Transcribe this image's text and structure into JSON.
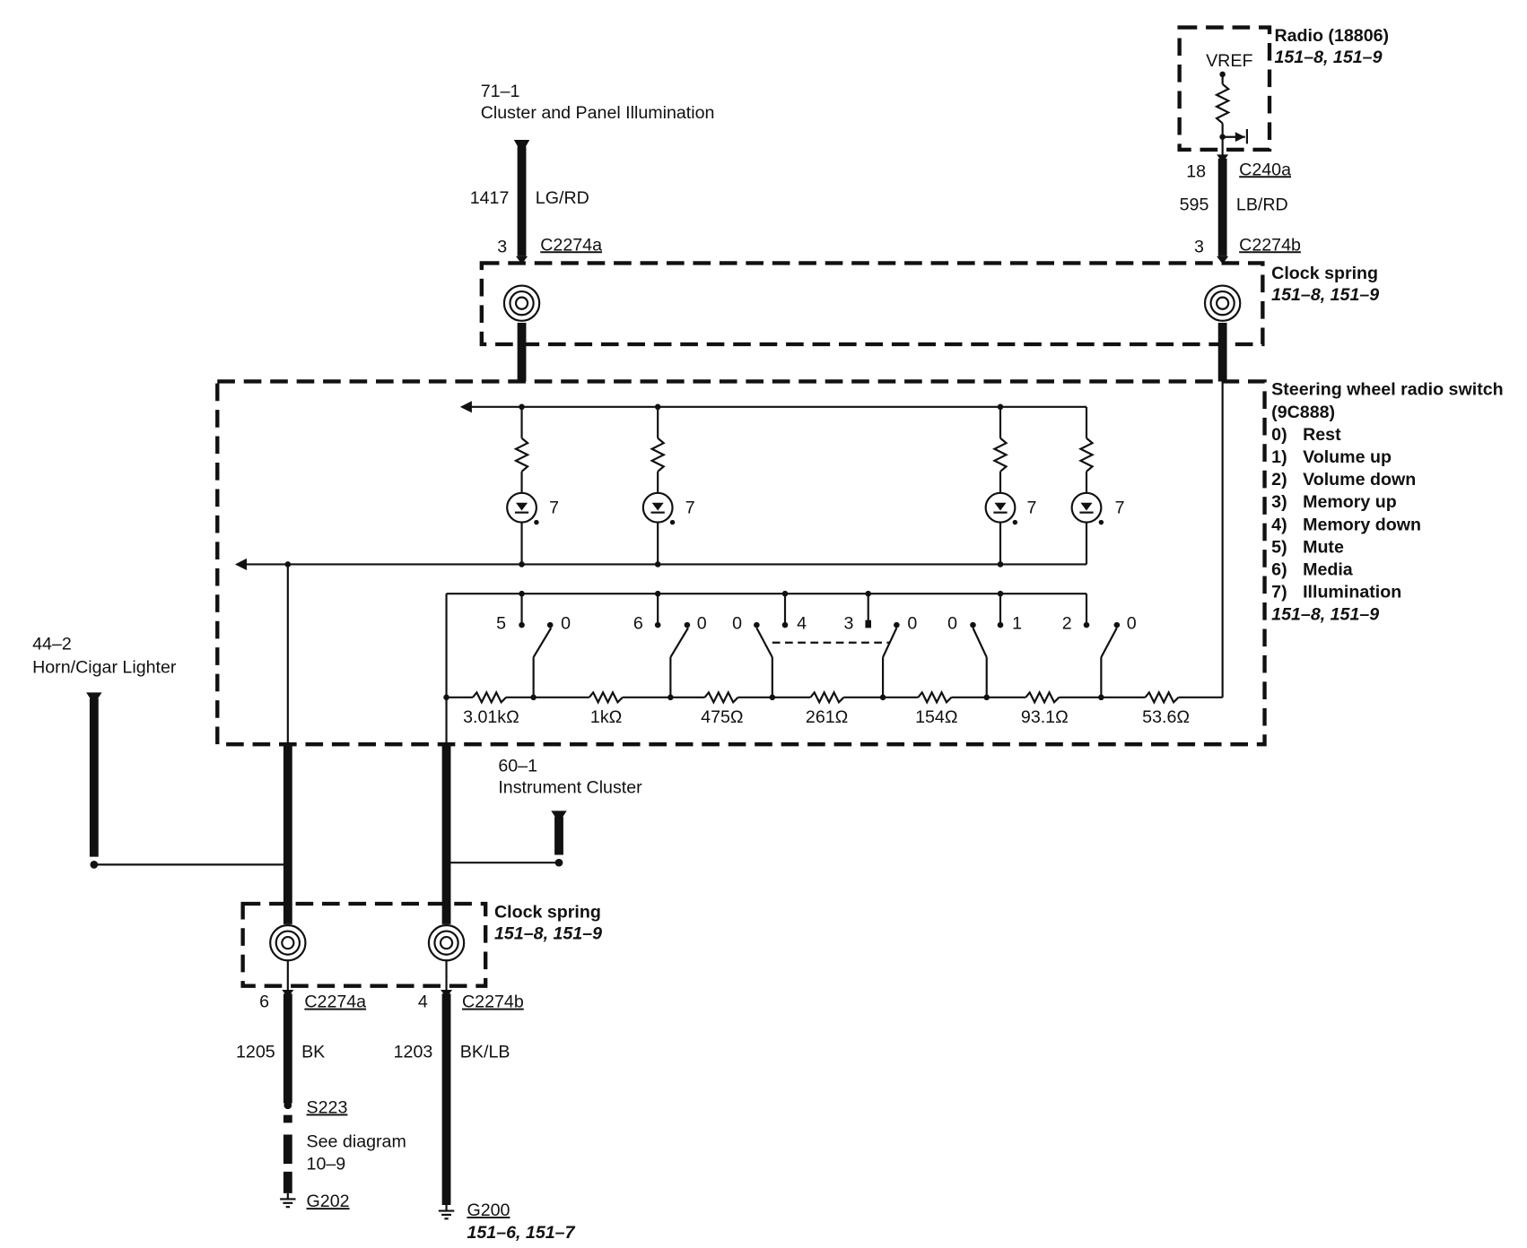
{
  "top": {
    "cluster_ref": "71–1",
    "cluster_name": "Cluster and Panel Illumination",
    "circuit_1417": "1417",
    "color_1417": "LG/RD",
    "pin_3a": "3",
    "conn_c2274a_top": "C2274a"
  },
  "radio": {
    "title": "Radio (18806)",
    "refs": "151–8, 151–9",
    "vref": "VREF",
    "pin_18": "18",
    "conn_c240a": "C240a",
    "circuit_595": "595",
    "color_595": "LB/RD",
    "pin_3b": "3",
    "conn_c2274b_top": "C2274b"
  },
  "clock_spring_top": {
    "title": "Clock spring",
    "refs": "151–8, 151–9"
  },
  "switch": {
    "title": "Steering wheel radio switch",
    "part": "(9C888)",
    "positions": [
      {
        "num": "0)",
        "label": "Rest"
      },
      {
        "num": "1)",
        "label": "Volume up"
      },
      {
        "num": "2)",
        "label": "Volume down"
      },
      {
        "num": "3)",
        "label": "Memory up"
      },
      {
        "num": "4)",
        "label": "Memory down"
      },
      {
        "num": "5)",
        "label": "Mute"
      },
      {
        "num": "6)",
        "label": "Media"
      },
      {
        "num": "7)",
        "label": "Illumination"
      }
    ],
    "refs": "151–8, 151–9",
    "lamp_label": "7",
    "contact_labels": [
      "5",
      "0",
      "6",
      "0",
      "0",
      "4",
      "3",
      "0",
      "0",
      "1",
      "2",
      "0"
    ],
    "resistors": [
      "3.01kΩ",
      "1kΩ",
      "475Ω",
      "261Ω",
      "154Ω",
      "93.1Ω",
      "53.6Ω"
    ]
  },
  "horn": {
    "ref": "44–2",
    "name": "Horn/Cigar Lighter"
  },
  "instrument": {
    "ref": "60–1",
    "name": "Instrument Cluster"
  },
  "clock_spring_bottom": {
    "title": "Clock spring",
    "refs": "151–8, 151–9"
  },
  "bottom": {
    "pin_6": "6",
    "conn_c2274a": "C2274a",
    "pin_4": "4",
    "conn_c2274b": "C2274b",
    "circuit_1205": "1205",
    "color_1205": "BK",
    "circuit_1203": "1203",
    "color_1203": "BK/LB",
    "splice": "S223",
    "see_diagram": "See diagram",
    "see_ref": "10–9",
    "ground_g202": "G202",
    "ground_g200": "G200",
    "g200_refs": "151–6, 151–7"
  }
}
